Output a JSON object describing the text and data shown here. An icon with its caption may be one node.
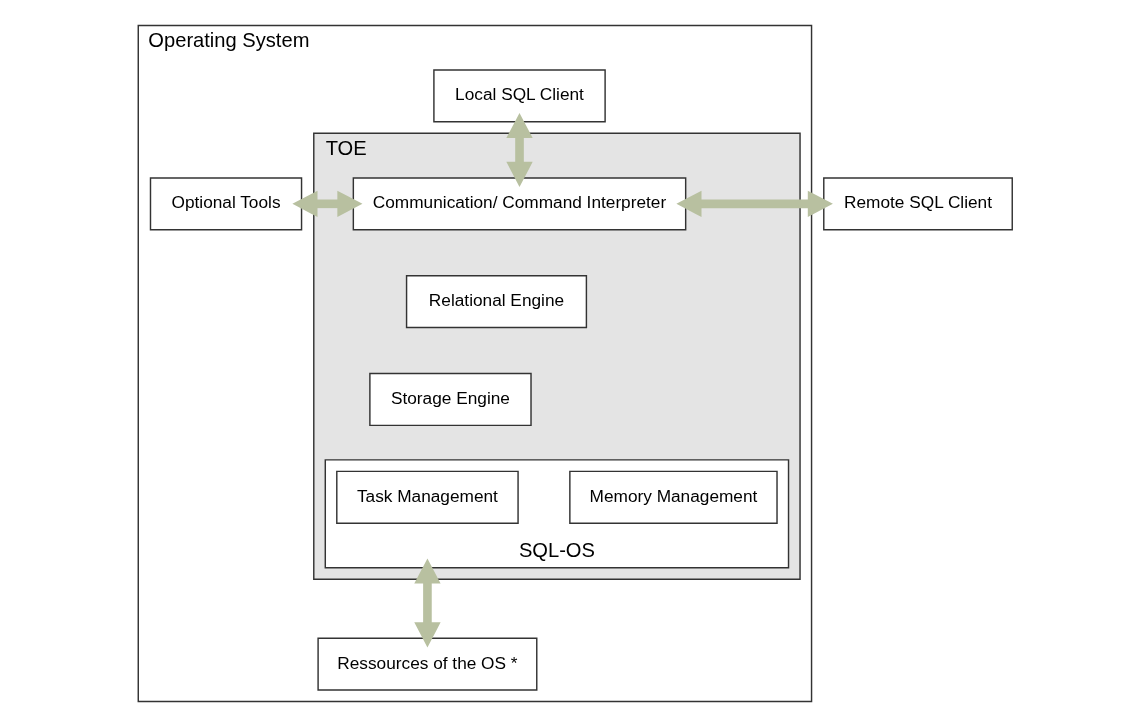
{
  "diagram": {
    "nodes": [
      {
        "text": [
          "Operating System"
        ]
      },
      {
        "text": [
          "Local SQL Client"
        ],
        "in": 0
      },
      {
        "text": [
          "Optional Tools"
        ],
        "in": 0
      },
      {
        "text": [
          "TOE"
        ],
        "in": 0
      },
      {
        "text": [
          "Communication/ Command Interpreter"
        ],
        "in": 3
      },
      {
        "text": [
          "Relational Engine"
        ],
        "in": 3
      },
      {
        "text": [
          "Storage Engine"
        ],
        "in": 3
      },
      {
        "text": [
          "SQL-OS"
        ],
        "in": 3
      },
      {
        "text": [
          "Task Management"
        ],
        "in": 7
      },
      {
        "text": [
          "Memory Management"
        ],
        "in": 7
      },
      {
        "text": [
          "Ressources of the OS *"
        ],
        "in": 0
      },
      {
        "text": [
          "Remote SQL Client"
        ]
      }
    ],
    "edges": [
      {
        "from": 1,
        "to": 4,
        "arrow": "both"
      },
      {
        "from": 2,
        "to": 4,
        "arrow": "both"
      },
      {
        "from": 4,
        "to": 11,
        "arrow": "both"
      },
      {
        "from": 7,
        "to": 10,
        "arrow": "both"
      }
    ]
  }
}
